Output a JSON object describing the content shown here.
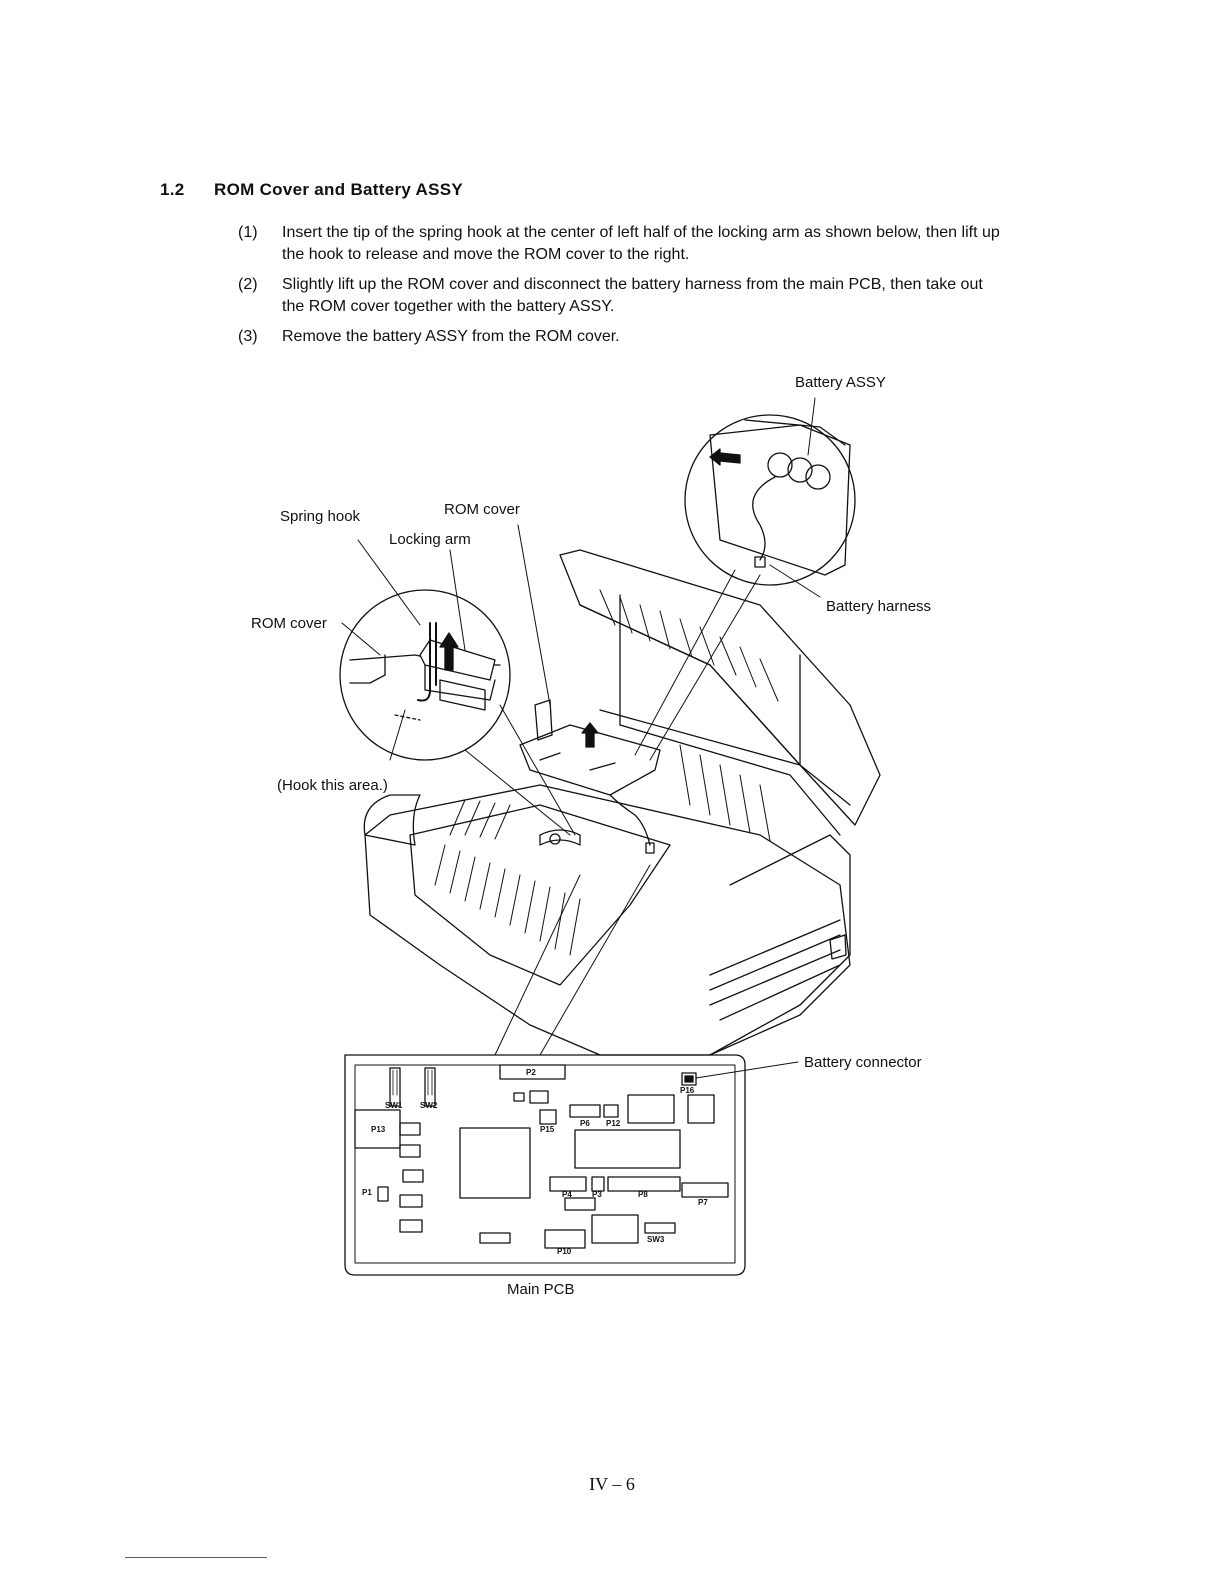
{
  "section": {
    "number": "1.2",
    "title": "ROM Cover and Battery ASSY"
  },
  "steps": [
    {
      "num": "(1)",
      "text": "Insert the tip of the spring hook at the center of left half of the locking arm as shown below, then lift up the hook to release and move the ROM cover to the right."
    },
    {
      "num": "(2)",
      "text": "Slightly lift up the ROM cover and disconnect the battery harness from the main PCB, then take out the ROM cover together with the battery ASSY."
    },
    {
      "num": "(3)",
      "text": "Remove the battery ASSY from the ROM cover."
    }
  ],
  "figure": {
    "labels": {
      "battery_assy": "Battery ASSY",
      "spring_hook": "Spring hook",
      "rom_cover_top": "ROM cover",
      "locking_arm": "Locking arm",
      "rom_cover_left": "ROM cover",
      "battery_harness": "Battery harness",
      "hook_area": "(Hook this area.)",
      "battery_connector": "Battery connector",
      "main_pcb": "Main PCB"
    },
    "pcb_labels": {
      "p2": "P2",
      "p16": "P16",
      "sw1": "SW1",
      "sw2": "SW2",
      "p13": "P13",
      "p15": "P15",
      "p6": "P6",
      "p12": "P12",
      "p1": "P1",
      "p4": "P4",
      "p3": "P3",
      "p8": "P8",
      "p7": "P7",
      "p10": "P10",
      "sw3": "SW3"
    }
  },
  "page_number": "IV – 6"
}
